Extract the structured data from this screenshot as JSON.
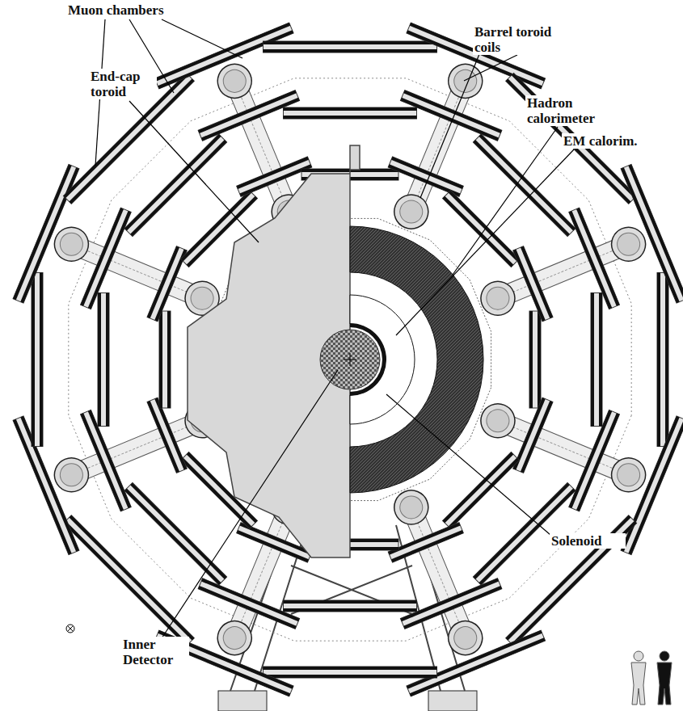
{
  "diagram": {
    "labels": [
      "Muon chambers",
      "Barrel toroid coils",
      "End-cap toroid",
      "Hadron calorimeter",
      "EM calorim.",
      "Inner Detector",
      "Solenoid"
    ]
  }
}
